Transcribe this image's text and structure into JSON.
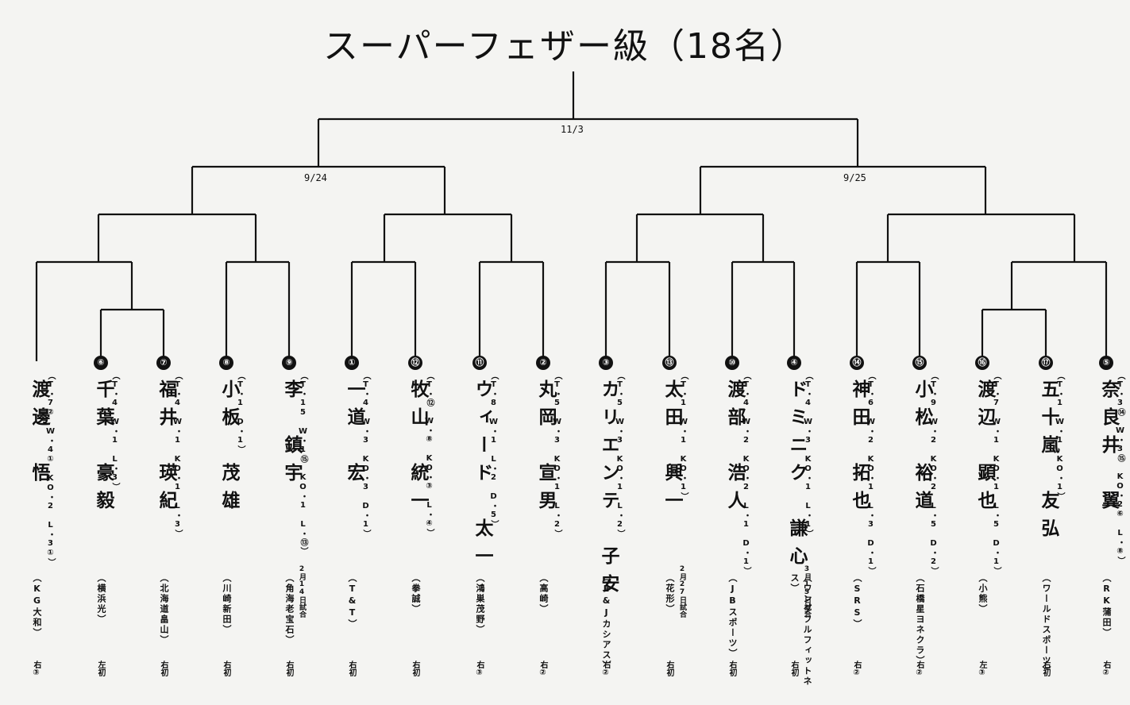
{
  "title": "スーパーフェザー級（18名）",
  "dates": {
    "final": "11/3",
    "left_semi": "9/24",
    "right_semi": "9/25"
  },
  "players": [
    {
      "seed": "",
      "name": "渡邊　悟",
      "record": "（T・7② W・4① KO・2 L・3①）",
      "gym": "（KG大和）",
      "stance": "右③",
      "note": ""
    },
    {
      "seed": "⑥",
      "name": "千葉　豪毅",
      "record": "（T・4 W・1 L・3）",
      "gym": "（横浜光）",
      "stance": "左初",
      "note": ""
    },
    {
      "seed": "⑦",
      "name": "福井　瑛紀",
      "record": "（T・4 W・1 KO・1 L・3）",
      "gym": "（北海道畠山）",
      "stance": "右初",
      "note": ""
    },
    {
      "seed": "⑧",
      "name": "小板　茂雄",
      "record": "（T・1 D・1）",
      "gym": "（川崎新田）",
      "stance": "右初",
      "note": ""
    },
    {
      "seed": "⑨",
      "name": "李　鎮宇",
      "record": "（T・15 W・1⑮ KO・1 L・⑬）",
      "gym": "（角海老宝石）",
      "stance": "右初",
      "note": "2月14日試合"
    },
    {
      "seed": "①",
      "name": "一道　宏",
      "record": "（T・4 W・3 KO・3 D・1）",
      "gym": "（T&T）",
      "stance": "右初",
      "note": ""
    },
    {
      "seed": "⑫",
      "name": "牧山　統一",
      "record": "（T・⑫ W・⑧ KO・③ L・④）",
      "gym": "（拳誠）",
      "stance": "右初",
      "note": ""
    },
    {
      "seed": "⑪",
      "name": "ウィード　太一",
      "record": "（T・8 W・1 L・2 D・5）",
      "gym": "（鴻巣茂野）",
      "stance": "右③",
      "note": ""
    },
    {
      "seed": "②",
      "name": "丸岡　宣男",
      "record": "（T・5 W・3 KO・1 L・2）",
      "gym": "（高崎）",
      "stance": "右②",
      "note": ""
    },
    {
      "seed": "③",
      "name": "カリエンテ　子安",
      "record": "（T・5 W・3 KO・1 L・2）",
      "gym": "（E&Jカシアス）",
      "stance": "右②",
      "note": ""
    },
    {
      "seed": "⑬",
      "name": "太田　興一",
      "record": "（T・1 W・1 KO・1）",
      "gym": "（花形）",
      "stance": "右初",
      "note": "2月27日試合"
    },
    {
      "seed": "⑩",
      "name": "渡部　浩人",
      "record": "（T・4 W・2 KO・2 L・1 D・1）",
      "gym": "（JBスポーツ）",
      "stance": "右初",
      "note": ""
    },
    {
      "seed": "④",
      "name": "ドミニク　謙心",
      "record": "（T・4 W・3 KO・1 L・1）",
      "gym": "（ワンダフルフィットネス）",
      "stance": "右初",
      "note": "3月15日試合"
    },
    {
      "seed": "⑭",
      "name": "神田　拓也",
      "record": "（T・6 W・2 KO・1 L・3 D・1）",
      "gym": "（SRS）",
      "stance": "右②",
      "note": ""
    },
    {
      "seed": "⑮",
      "name": "小松　裕道",
      "record": "（T・9 W・2 KO・2 L・5 D・2）",
      "gym": "（石橋星ヨネクラ）",
      "stance": "右②",
      "note": ""
    },
    {
      "seed": "⑯",
      "name": "渡辺　顕也",
      "record": "（T・7 W・1 KO・1 L・5 D・1）",
      "gym": "（小熊）",
      "stance": "左③",
      "note": ""
    },
    {
      "seed": "⑰",
      "name": "五十嵐　友弘",
      "record": "（T・1 W・1 KO・1）",
      "gym": "（ワールドスポーツ）",
      "stance": "右初",
      "note": ""
    },
    {
      "seed": "⑤",
      "name": "奈良井　翼",
      "record": "（T・3⑭ W・3⑮ KO・2⑥ L・⑧）",
      "gym": "（RK蒲田）",
      "stance": "右②",
      "note": ""
    }
  ]
}
